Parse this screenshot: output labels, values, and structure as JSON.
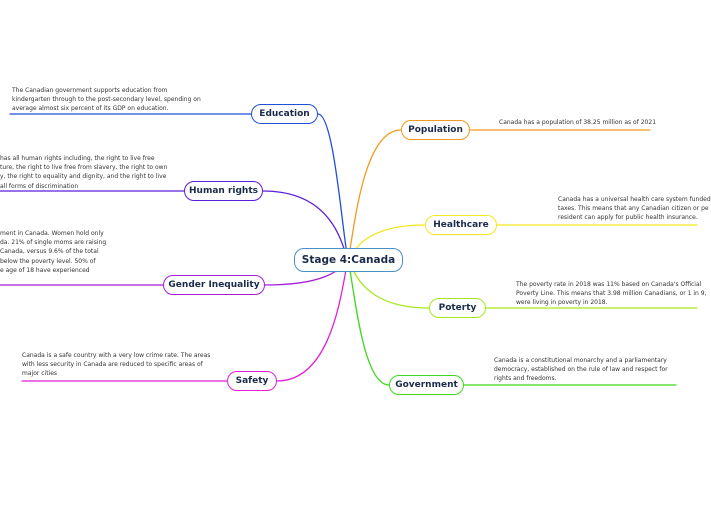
{
  "central": {
    "label": "Stage 4:Canada",
    "color": "#4a90c4"
  },
  "branches": {
    "education": {
      "label": "Education",
      "color": "#1f4fd8",
      "note": [
        "The Canadian government  supports education from",
        "kindergarten through to the post-secondary level, spending on",
        "average almost six percent of its GDP on education."
      ]
    },
    "human_rights": {
      "label": "Human rights",
      "color": "#5b1fd8",
      "note": [
        "has all human rights including,  the right to live free",
        "ture, the right to live free from slavery, the right to own",
        "y, the right to equality and dignity, and the right to live",
        "all forms of discrimination"
      ]
    },
    "gender_inequality": {
      "label": "Gender Inequality",
      "color": "#a61fd8",
      "note": [
        "ment in Canada. Women hold only",
        "da. 21% of single moms are raising",
        "Canada, versus 9.6% of the total",
        "below the poverty level. 50% of",
        "e age of 18 have experienced"
      ]
    },
    "safety": {
      "label": "Safety",
      "color": "#e01fd8",
      "note": [
        "Canada is a safe country with a very low crime rate. The areas",
        "with less security in Canada are reduced to specific areas of",
        "major cities"
      ]
    },
    "population": {
      "label": "Population",
      "color": "#f29a1f",
      "note": [
        "Canada has a population of 38.25 million as of 2021"
      ]
    },
    "healthcare": {
      "label": "Healthcare",
      "color": "#f2e81f",
      "note": [
        "Canada has a universal health care system funded",
        "taxes. This means that any Canadian citizen or pe",
        "resident can apply for public health insurance."
      ]
    },
    "poverty": {
      "label": "Poterty",
      "color": "#a6e81f",
      "note": [
        "The poverty rate in 2018 was 11% based on Canada's Official",
        "Poverty Line. This means that 3.98 million Canadians, or 1 in 9,",
        "were living in poverty in 2018."
      ]
    },
    "government": {
      "label": "Government",
      "color": "#3fd81f",
      "note": [
        "Canada is a constitutional monarchy and a parliamentary",
        "democracy, established on the rule of law and respect for",
        "rights and freedoms."
      ]
    }
  }
}
